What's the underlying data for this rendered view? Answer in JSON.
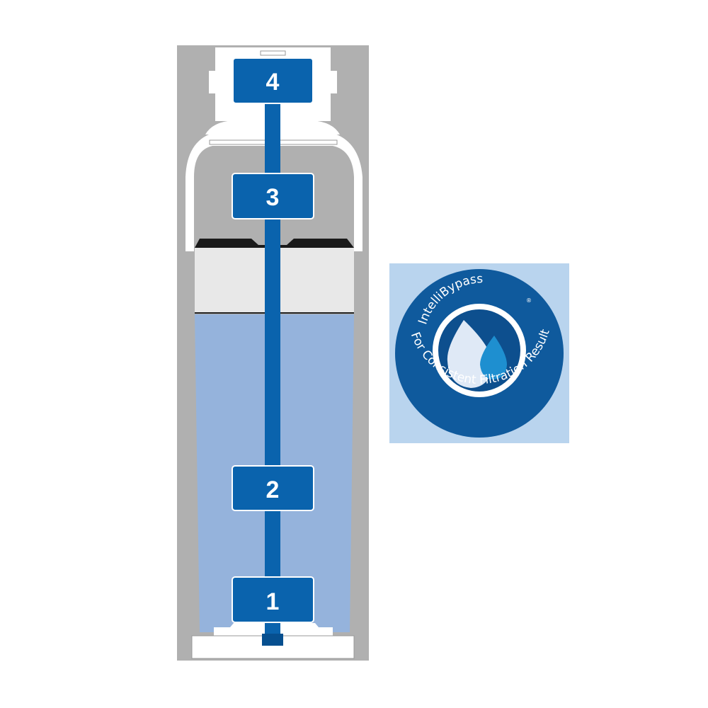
{
  "diagram": {
    "stages": [
      {
        "label": "4"
      },
      {
        "label": "3"
      },
      {
        "label": "2"
      },
      {
        "label": "1"
      }
    ],
    "colors": {
      "tube": "#0a63ad",
      "water": "#95b3dc",
      "housing_bg": "#b0b0b0",
      "cartridge": "#e8e8e8"
    }
  },
  "badge": {
    "title": "IntelliBypass",
    "registered_mark": "®",
    "tagline": "For Consistent Filtration Results.",
    "colors": {
      "background": "#b9d4ee",
      "circle": "#0f5a9d",
      "drop_light": "#dfe9f6",
      "drop_blue": "#1e8fd0"
    }
  }
}
